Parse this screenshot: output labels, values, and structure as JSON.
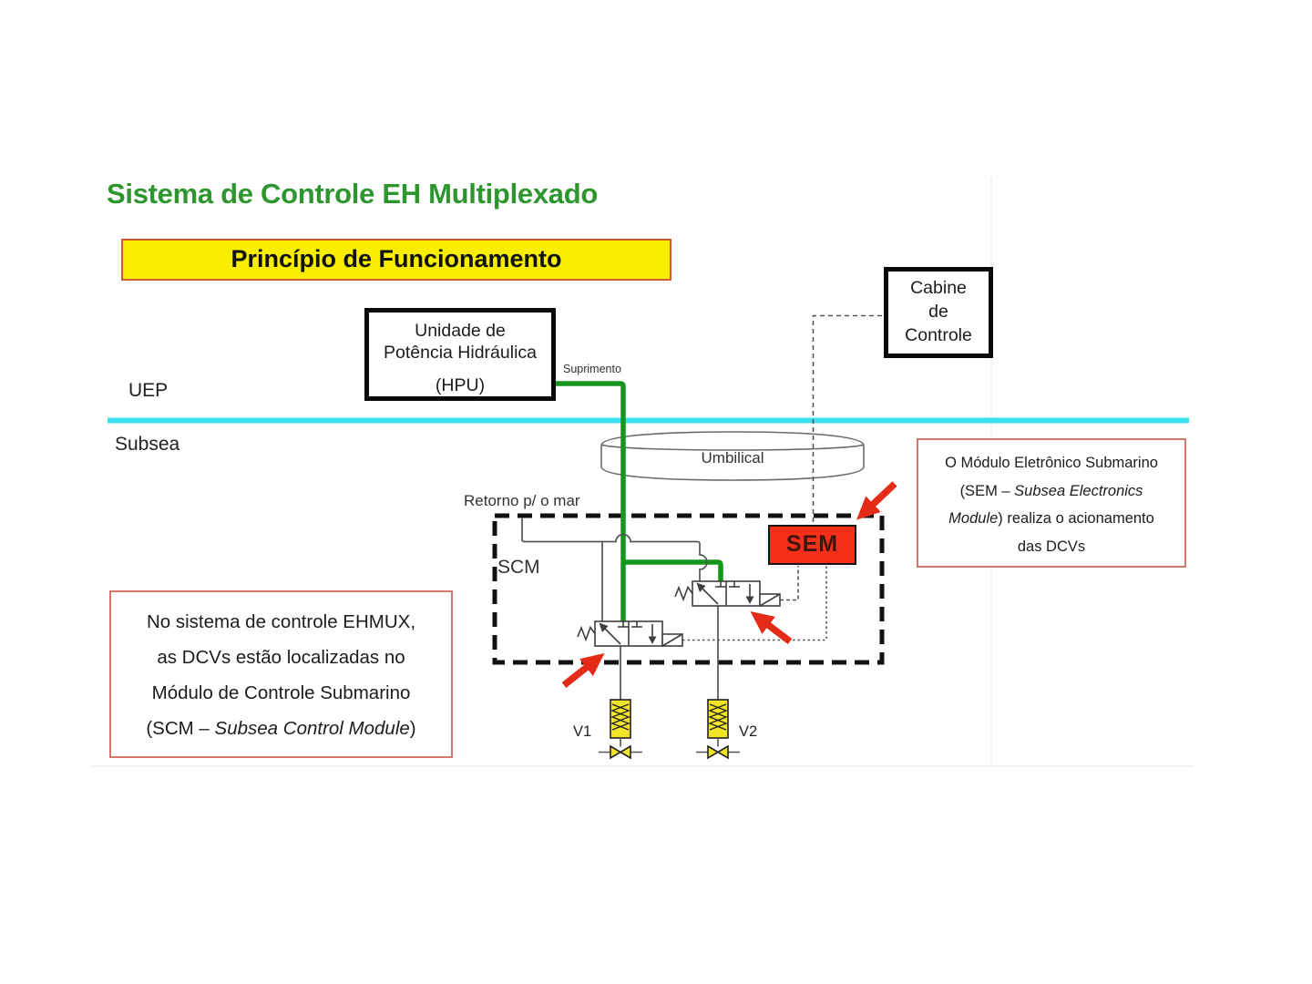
{
  "slide": {
    "title": "Sistema de Controle EH Multiplexado",
    "banner": "Princípio de Funcionamento"
  },
  "hpu_box": {
    "line1": "Unidade de",
    "line2": "Potência Hidráulica",
    "line3": "(HPU)"
  },
  "cabine_box": {
    "line1": "Cabine",
    "line2": "de",
    "line3": "Controle"
  },
  "labels": {
    "uep": "UEP",
    "subsea": "Subsea",
    "suprimento": "Suprimento",
    "umbilical": "Umbilical",
    "retorno": "Retorno p/ o mar",
    "scm": "SCM",
    "sem": "SEM",
    "v1": "V1",
    "v2": "V2"
  },
  "left_note": {
    "line1": "No sistema de controle EHMUX,",
    "line2": "as DCVs estão localizadas no",
    "line3": "Módulo de Controle Submarino",
    "line4_prefix": "(SCM – ",
    "line4_italic": "Subsea Control Module",
    "line4_suffix": ")"
  },
  "right_note": {
    "line1": "O Módulo Eletrônico Submarino",
    "line2_prefix": "(SEM – ",
    "line2_italic": "Subsea Electronics",
    "line3_italic": "Module",
    "line3_suffix": ") realiza o acionamento",
    "line4": "das DCVs"
  },
  "colors": {
    "title-green": "#2e962e",
    "line-green": "#16951c",
    "sea-cyan": "#3cdfee",
    "banner-yellow": "#f9ee00",
    "banner-border": "#cf5b34",
    "sem-red": "#f4301a",
    "arrow-red": "#e32b17",
    "note-border": "#d4776a",
    "line-gray": "#555555",
    "valve-yellow": "#f2e427"
  }
}
